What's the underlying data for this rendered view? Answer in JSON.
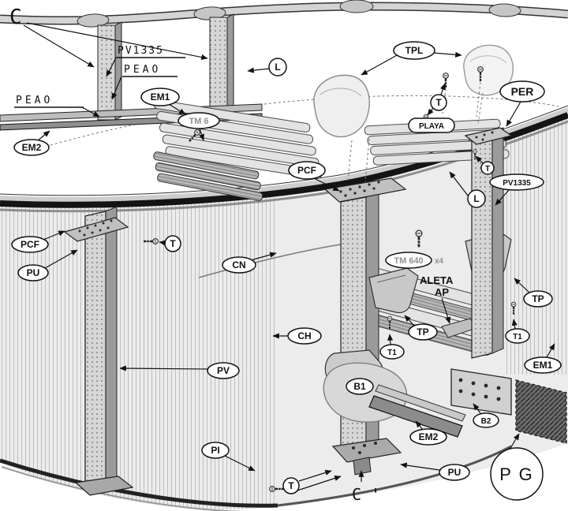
{
  "figure": {
    "type": "exploded-assembly-diagram",
    "subject": "above-ground pool structure assembly instructions"
  },
  "labels": {
    "c": "C",
    "pv1335_top": "PV1335",
    "peao_top": "PEAO",
    "peao_left": "PEAO",
    "em1_top": "EM1",
    "em2_left": "EM2",
    "tm6": "TM 6",
    "l_top": "L",
    "tpl": "TPL",
    "t_top": "T",
    "playa": "PLAYA",
    "per": "PER",
    "t_post_right": "T",
    "pv1335_right": "PV1335",
    "pcf_center": "PCF",
    "l_right": "L",
    "pcf_left": "PCF",
    "pu_left": "PU",
    "t_left": "T",
    "cn": "CN",
    "tm640": "TM 640",
    "tm640_qty": "x4",
    "aleta_line1": "ALETA",
    "aleta_line2": "AP",
    "tp_center": "TP",
    "t1_center": "T1",
    "ch": "CH",
    "pv": "PV",
    "tp_right": "TP",
    "t1_right": "T1",
    "em1_right": "EM1",
    "b1": "B1",
    "em2_bottom": "EM2",
    "b2": "B2",
    "pi": "PI",
    "t_bottom": "T",
    "pu_bottom": "PU",
    "c_prime": "C '",
    "pg": "P G"
  },
  "colors": {
    "line": "#111111",
    "wall": "#ececec",
    "metal_light": "#d8d8d8",
    "metal_mid": "#c0c0c0",
    "metal_dark": "#8f8f8f",
    "callout_fill": "#ffffff"
  }
}
